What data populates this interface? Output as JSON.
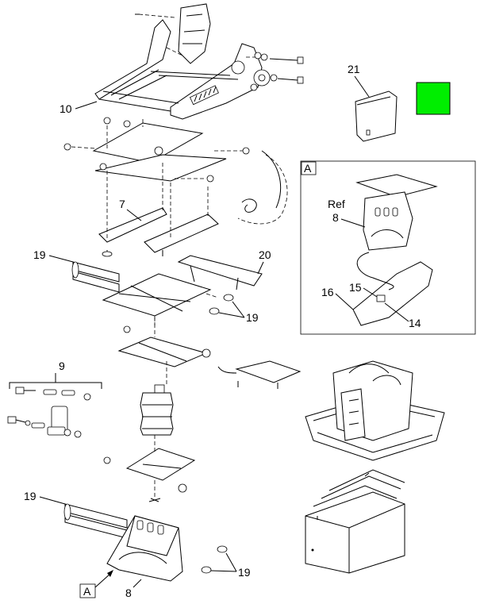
{
  "callouts": {
    "c10": "10",
    "c7": "7",
    "c19_top": "19",
    "c20": "20",
    "c19_right": "19",
    "c9": "9",
    "c19_bottom_left": "19",
    "c19_bottom_right": "19",
    "c8": "8",
    "c21": "21"
  },
  "detail_a": {
    "frame_letter": "A",
    "ref_label": "Ref",
    "ref_number": "8",
    "c15": "15",
    "c16": "16",
    "c14": "14"
  },
  "bottom_reference": {
    "letter": "A"
  },
  "colors": {
    "status_square": "#00ee00",
    "line": "#000000",
    "background": "#ffffff"
  }
}
